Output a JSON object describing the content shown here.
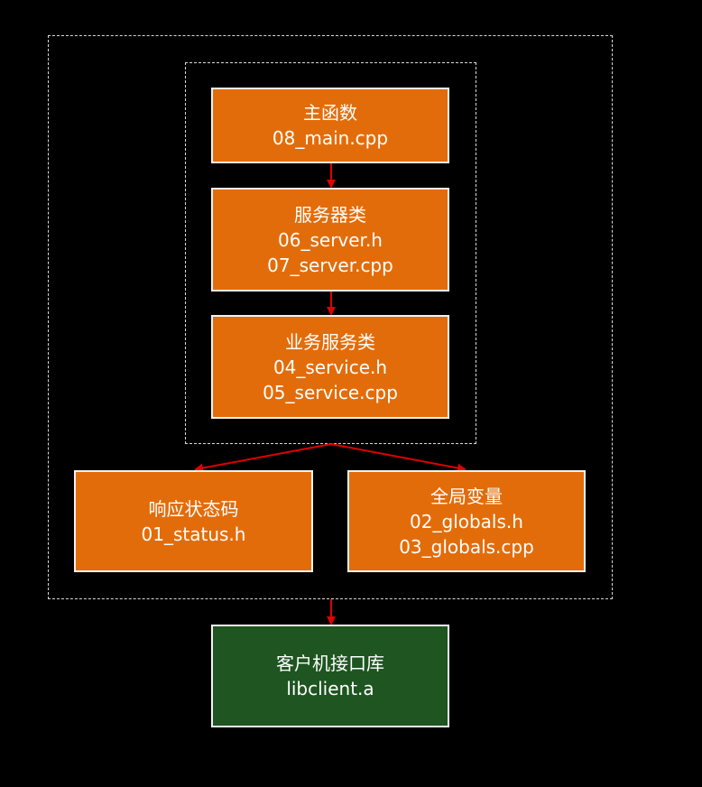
{
  "colors": {
    "background": "#000000",
    "module_fill": "#e36c0a",
    "library_fill": "#1e5520",
    "box_border": "#f2f2f2",
    "dashed_border": "#d9d9d9",
    "arrow": "#e00000",
    "text": "#ffffff"
  },
  "nodes": {
    "main": {
      "title": "主函数",
      "files": [
        "08_main.cpp"
      ]
    },
    "server": {
      "title": "服务器类",
      "files": [
        "06_server.h",
        "07_server.cpp"
      ]
    },
    "service": {
      "title": "业务服务类",
      "files": [
        "04_service.h",
        "05_service.cpp"
      ]
    },
    "status": {
      "title": "响应状态码",
      "files": [
        "01_status.h"
      ]
    },
    "globals": {
      "title": "全局变量",
      "files": [
        "02_globals.h",
        "03_globals.cpp"
      ]
    },
    "libclient": {
      "title": "客户机接口库",
      "files": [
        "libclient.a"
      ]
    }
  },
  "edges": [
    {
      "from": "main",
      "to": "server"
    },
    {
      "from": "server",
      "to": "service"
    },
    {
      "from": "service-group",
      "to": "status"
    },
    {
      "from": "service-group",
      "to": "globals"
    },
    {
      "from": "module-group",
      "to": "libclient"
    }
  ]
}
